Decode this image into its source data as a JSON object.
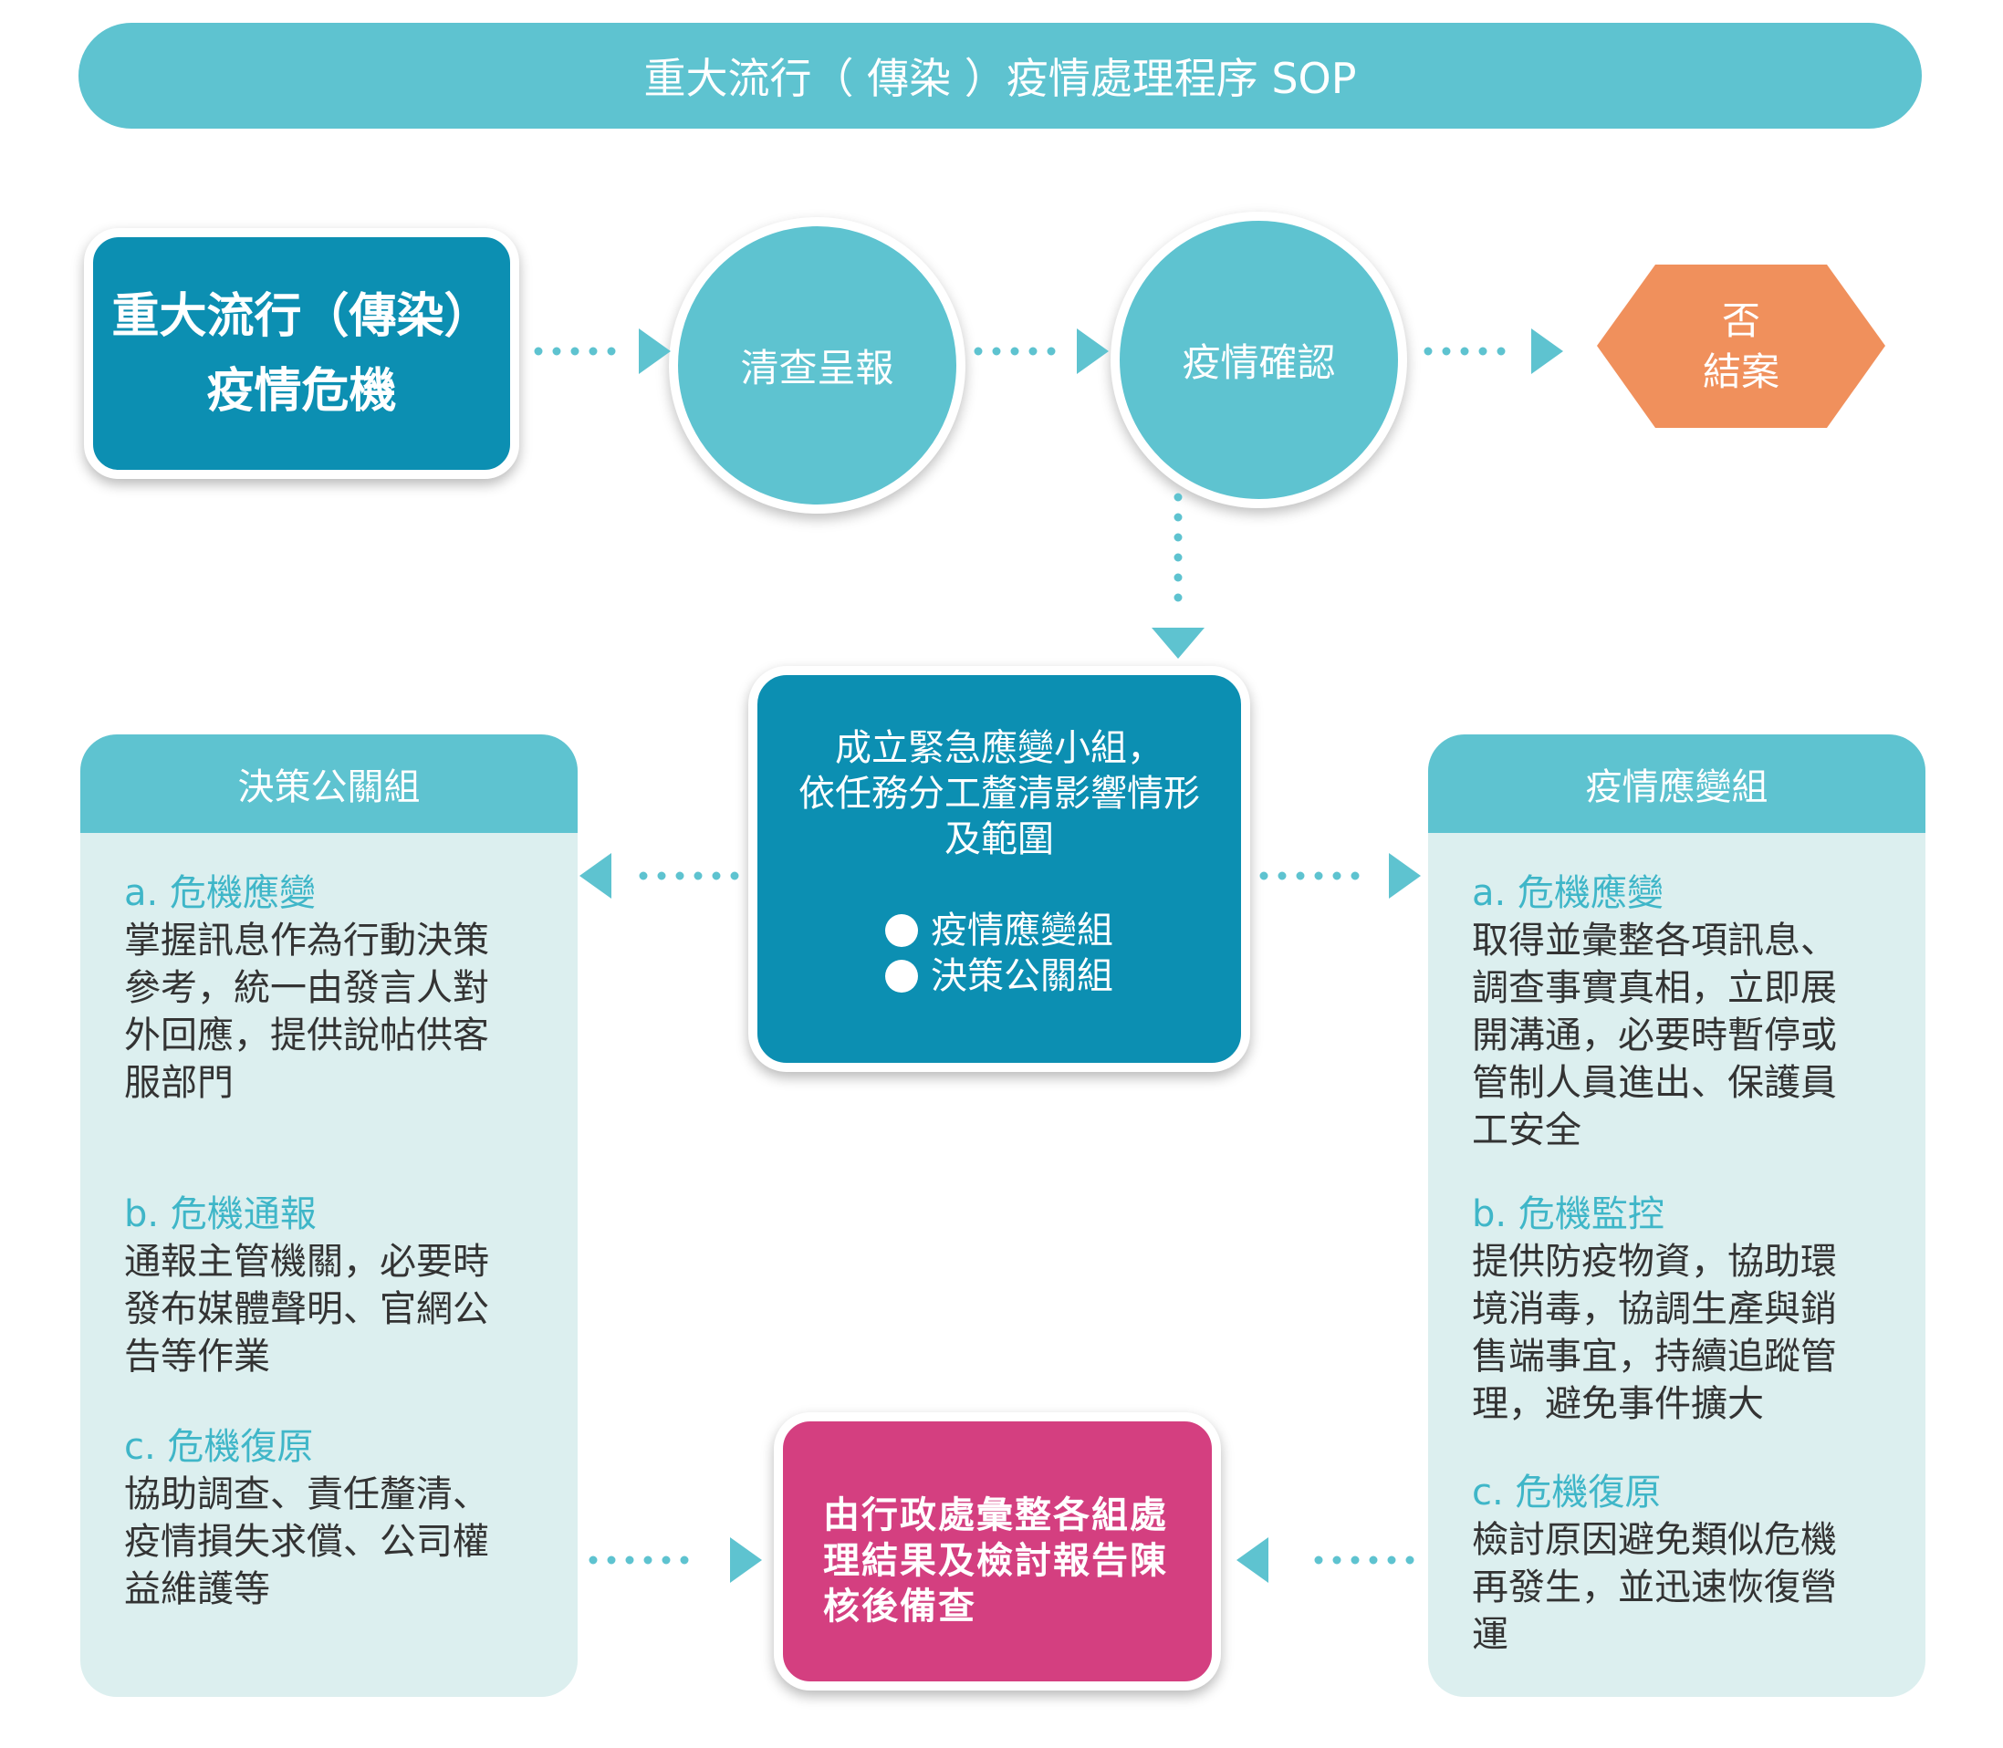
{
  "title": "重大流行（ 傳染 ）疫情處理程序 SOP",
  "start": {
    "lines": [
      "重大流行（傳染）",
      "疫情危機"
    ]
  },
  "step1": "清查呈報",
  "step2": "疫情確認",
  "end_no": {
    "lines": [
      "否",
      "結案"
    ]
  },
  "center": {
    "lines": [
      "成立緊急應變小組，",
      "依任務分工釐清影響情形",
      "及範圍"
    ],
    "bullets": [
      "疫情應變組",
      "決策公關組"
    ]
  },
  "left_panel": {
    "header": "決策公關組",
    "sections": [
      {
        "title": "a. 危機應變",
        "lines": [
          "掌握訊息作為行動決策",
          "參考，統一由發言人對",
          "外回應，提供說帖供客",
          "服部門"
        ]
      },
      {
        "title": "b. 危機通報",
        "lines": [
          "通報主管機關，必要時",
          "發布媒體聲明、官網公",
          "告等作業"
        ]
      },
      {
        "title": "c. 危機復原",
        "lines": [
          "協助調查、責任釐清、",
          "疫情損失求償、公司權",
          "益維護等"
        ]
      }
    ]
  },
  "right_panel": {
    "header": "疫情應變組",
    "sections": [
      {
        "title": "a. 危機應變",
        "lines": [
          "取得並彙整各項訊息、",
          "調查事實真相，立即展",
          "開溝通，必要時暫停或",
          "管制人員進出、保護員",
          "工安全"
        ]
      },
      {
        "title": "b. 危機監控",
        "lines": [
          "提供防疫物資，協助環",
          "境消毒，協調生產與銷",
          "售端事宜，持續追蹤管",
          "理，避免事件擴大"
        ]
      },
      {
        "title": "c. 危機復原",
        "lines": [
          "檢討原因避免類似危機",
          "再發生，並迅速恢復營",
          "運"
        ]
      }
    ]
  },
  "final": {
    "lines": [
      "由行政處彙整各組處",
      "理結果及檢討報告陳",
      "核後備查"
    ]
  },
  "colors": {
    "teal": "#5ec3d0",
    "dark_blue": "#0c8fb2",
    "orange": "#f0905c",
    "magenta": "#d43f80",
    "panel_bg": "#dcefef"
  }
}
